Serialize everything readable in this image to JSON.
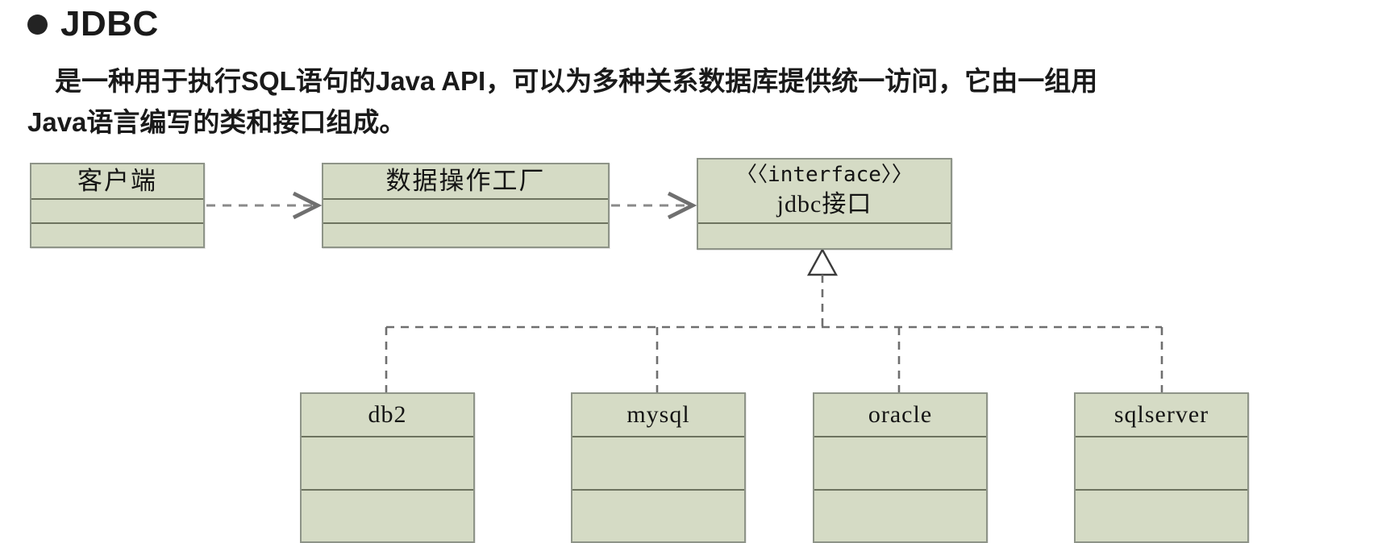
{
  "slide": {
    "bullet_icon": "filled-circle-bullet-icon",
    "heading": "JDBC",
    "paragraph_line1": "是一种用于执行SQL语句的Java API，可以为多种关系数据库提供统一访问，它由一组用",
    "paragraph_line2": "Java语言编写的类和接口组成。"
  },
  "diagram": {
    "type": "uml-class-diagram",
    "fill_color": "#d5dbc5",
    "border_color": "#8e9488",
    "divider_color": "#6d735f",
    "edge_color": "#6f6f6f",
    "top_row": [
      {
        "name": "client",
        "title": "客户端",
        "compartments": 3
      },
      {
        "name": "data-operation-factory",
        "title": "数据操作工厂",
        "compartments": 3
      },
      {
        "name": "jdbc-interface",
        "stereotype": "〈〈interface〉〉",
        "title": "jdbc接口",
        "compartments": 2
      }
    ],
    "implementations": [
      {
        "name": "db2",
        "title": "db2",
        "compartments": 3
      },
      {
        "name": "mysql",
        "title": "mysql",
        "compartments": 3
      },
      {
        "name": "oracle",
        "title": "oracle",
        "compartments": 3
      },
      {
        "name": "sqlserver",
        "title": "sqlserver",
        "compartments": 3
      }
    ],
    "edges": [
      {
        "name": "dependency-client-to-factory",
        "style": "dashed",
        "arrow": "open"
      },
      {
        "name": "dependency-factory-to-interface",
        "style": "dashed",
        "arrow": "open"
      },
      {
        "name": "realization-implementations-to-interface",
        "style": "dashed",
        "arrow": "hollow-triangle"
      }
    ]
  }
}
